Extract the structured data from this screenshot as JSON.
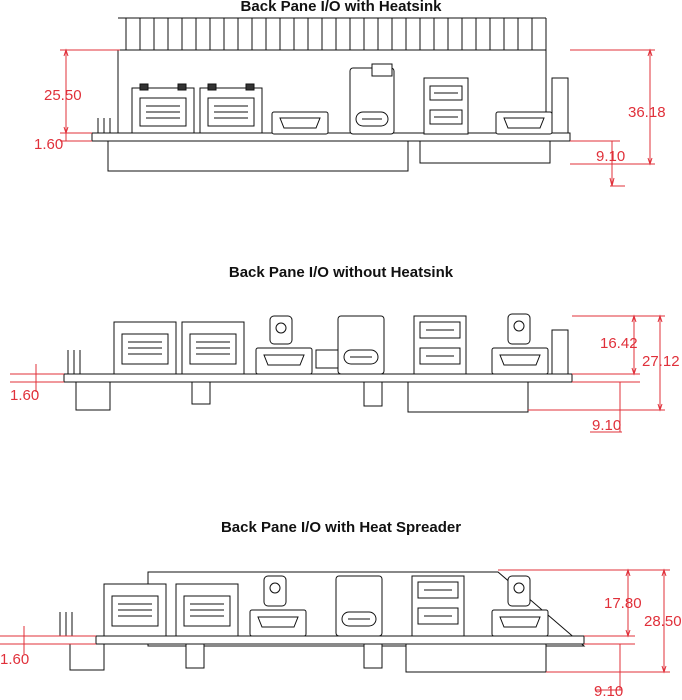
{
  "panels": [
    {
      "title": "Back Pane I/O with Heatsink",
      "dims": {
        "d1": "25.50",
        "d2": "1.60",
        "d3": "36.18",
        "d4": "9.10"
      }
    },
    {
      "title": "Back Pane I/O without Heatsink",
      "dims": {
        "d1": "16.42",
        "d2": "27.12",
        "d3": "1.60",
        "d4": "9.10"
      }
    },
    {
      "title": "Back Pane I/O with Heat Spreader",
      "dims": {
        "d1": "17.80",
        "d2": "28.50",
        "d3": "1.60",
        "d4": "9.10"
      }
    }
  ],
  "colors": {
    "dimension": "#e0303a",
    "line": "#111111"
  }
}
